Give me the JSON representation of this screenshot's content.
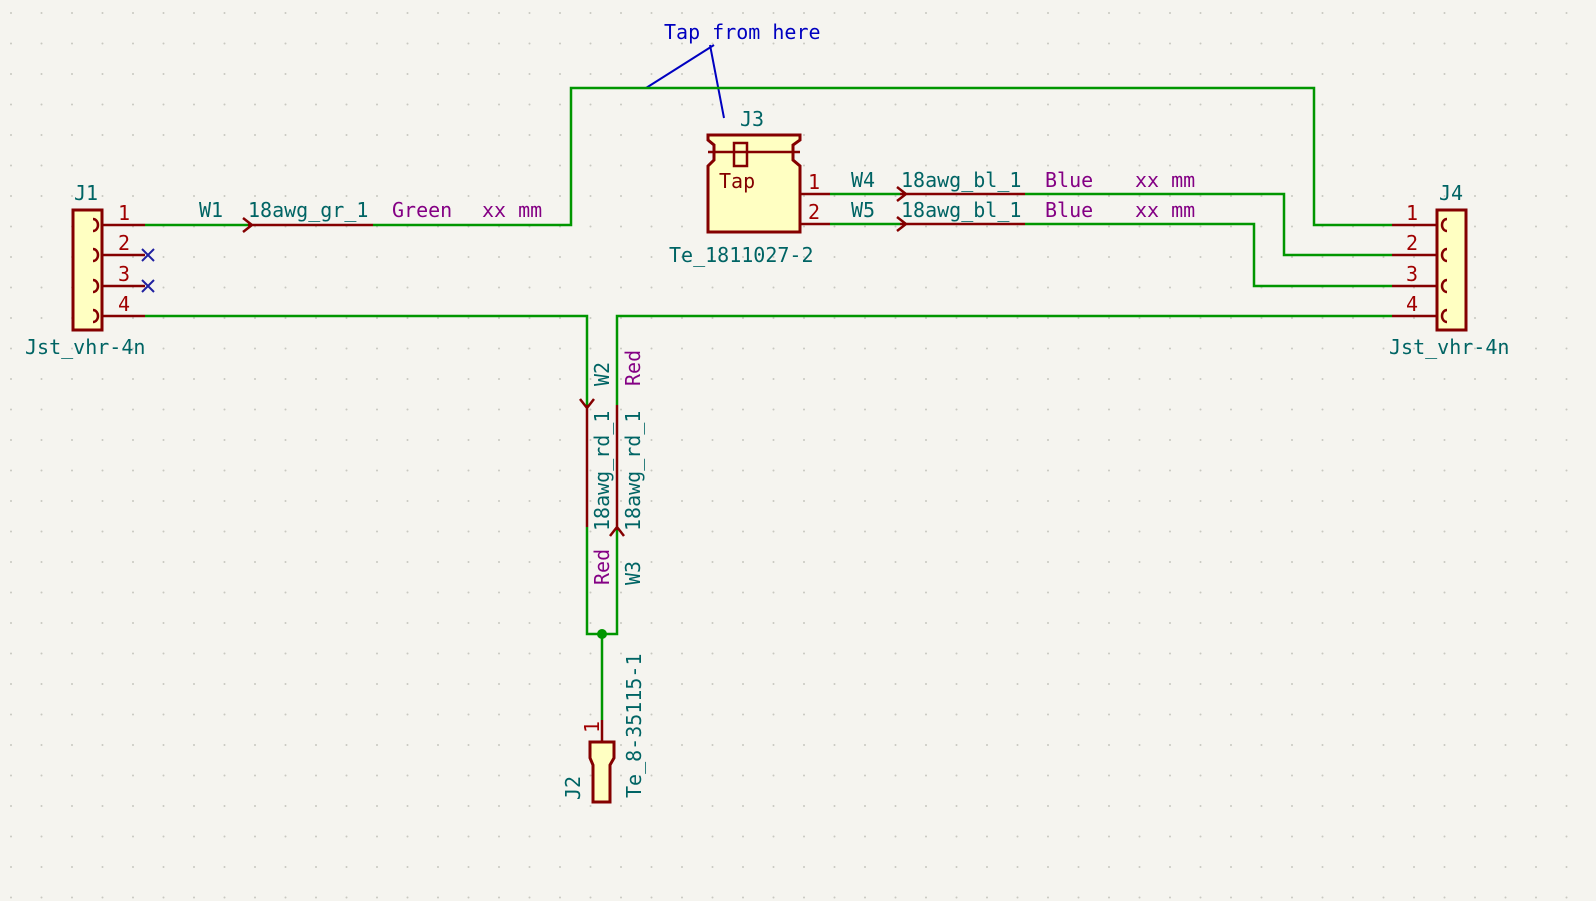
{
  "note": {
    "text": "Tap from here"
  },
  "connectors": {
    "J1": {
      "ref": "J1",
      "value": "Jst_vhr-4n",
      "pins": [
        "1",
        "2",
        "3",
        "4"
      ]
    },
    "J2": {
      "ref": "J2",
      "value": "Te_8-35115-1",
      "pins": [
        "1"
      ]
    },
    "J3": {
      "ref": "J3",
      "value": "Te_1811027-2",
      "label": "Tap",
      "pins": [
        "1",
        "2"
      ]
    },
    "J4": {
      "ref": "J4",
      "value": "Jst_vhr-4n",
      "pins": [
        "1",
        "2",
        "3",
        "4"
      ]
    }
  },
  "wires": {
    "W1": {
      "ref": "W1",
      "part": "18awg_gr_1",
      "color": "Green",
      "length": "xx mm"
    },
    "W2": {
      "ref": "W2",
      "part": "18awg_rd_1",
      "color": "Red"
    },
    "W3": {
      "ref": "W3",
      "part": "18awg_rd_1",
      "color": "Red"
    },
    "W4": {
      "ref": "W4",
      "part": "18awg_bl_1",
      "color": "Blue",
      "length": "xx mm"
    },
    "W5": {
      "ref": "W5",
      "part": "18awg_bl_1",
      "color": "Blue",
      "length": "xx mm"
    }
  },
  "colors": {
    "wire": "#009600",
    "pin": "#840000",
    "body": "#ffffc2",
    "background": "#f5f4ef"
  }
}
